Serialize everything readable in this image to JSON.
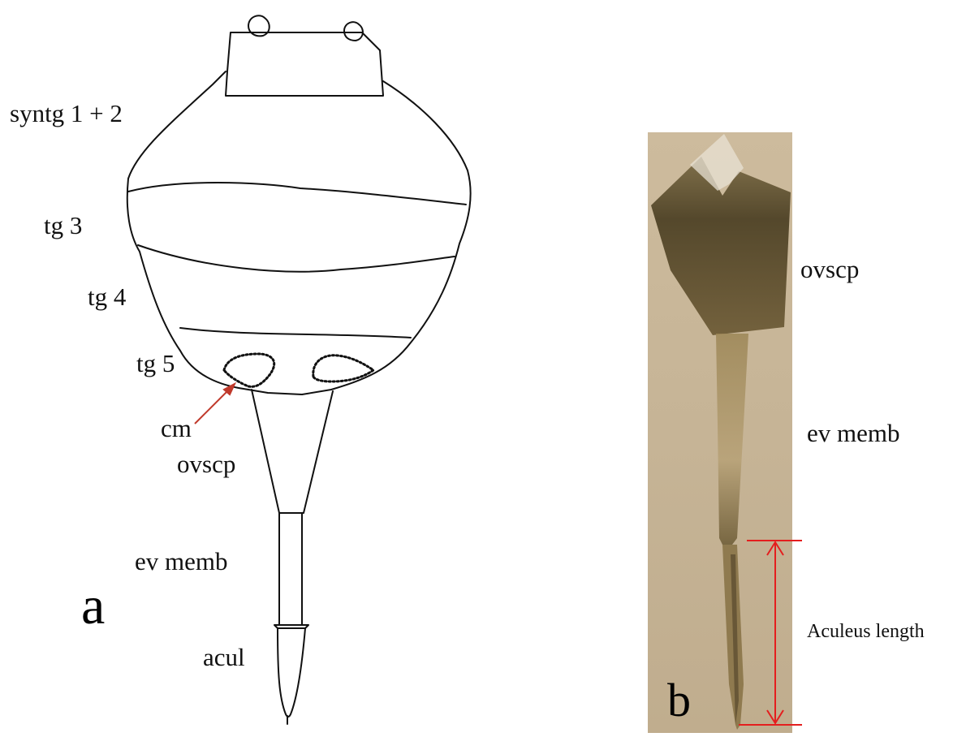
{
  "panel_a": {
    "letter": "a",
    "labels": {
      "syntg": "syntg 1 + 2",
      "tg3": "tg 3",
      "tg4": "tg 4",
      "tg5": "tg 5",
      "cm": "cm",
      "ovscp": "ovscp",
      "ev_memb": "ev memb",
      "acul": "acul"
    }
  },
  "panel_b": {
    "letter": "b",
    "labels": {
      "ovscp": "ovscp",
      "ev_memb": "ev memb",
      "aculeus_length": "Aculeus length"
    }
  },
  "colors": {
    "arrow": "#c0392b",
    "measure": "#e41e1e",
    "photo_bg": "#c9b89a"
  }
}
